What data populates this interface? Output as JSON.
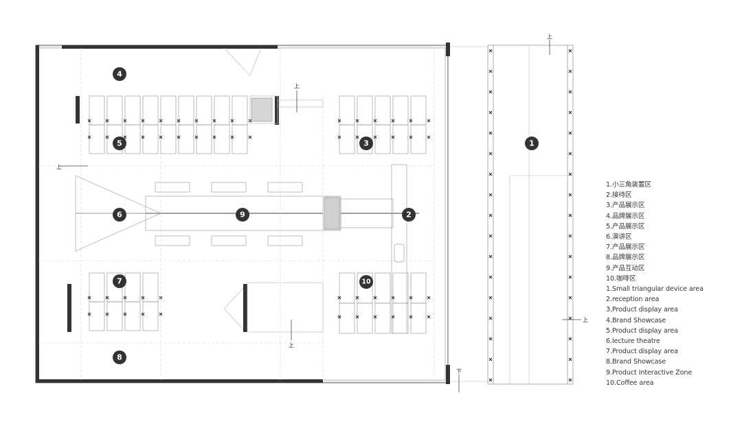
{
  "markers": [
    {
      "id": "1",
      "label": "1"
    },
    {
      "id": "2",
      "label": "2"
    },
    {
      "id": "3",
      "label": "3"
    },
    {
      "id": "4",
      "label": "4"
    },
    {
      "id": "5",
      "label": "5"
    },
    {
      "id": "6",
      "label": "6"
    },
    {
      "id": "7",
      "label": "7"
    },
    {
      "id": "8",
      "label": "8"
    },
    {
      "id": "9",
      "label": "9"
    },
    {
      "id": "10",
      "label": "10"
    }
  ],
  "direction_marks": {
    "up": "上",
    "down": "下"
  },
  "legend": {
    "items": [
      "1.小三角装置区",
      "2.接待区",
      "3.产品展示区",
      "4.品牌展示区",
      "5.产品展示区",
      "6.演讲区",
      "7.产品展示区",
      "8.品牌展示区",
      "9.产品互动区",
      "10.咖啡区",
      "1.Small triangular device area",
      "2.reception area",
      "3.Product display area",
      "4.Brand Showcase",
      "5.Product display area",
      "6.lecture theatre",
      "7.Product display area",
      "8.Brand Showcase",
      "9.Product Interactive Zone",
      "10.Coffee area"
    ]
  },
  "colors": {
    "wall": "#333333",
    "line": "#8a8a8a",
    "light_line": "#c8c8c8",
    "marker_fill": "#333333"
  }
}
